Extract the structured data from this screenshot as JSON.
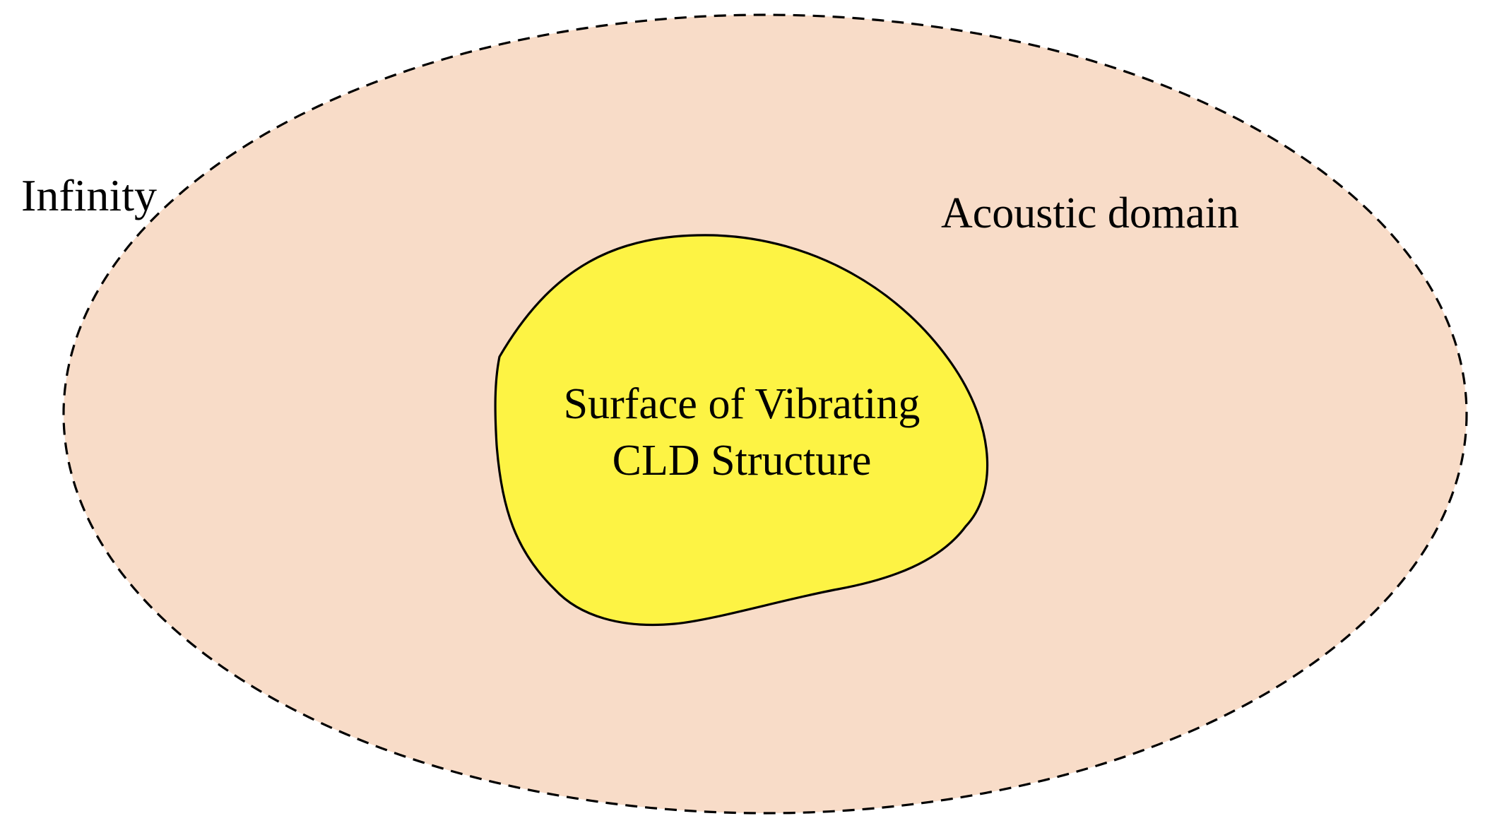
{
  "diagram": {
    "boundary_label": "Infinity",
    "domain_label": "Acoustic domain",
    "structure_label": {
      "line1": "Surface of Vibrating",
      "line2": "CLD Structure"
    }
  },
  "colors": {
    "acoustic_domain_fill": "#F8DCC8",
    "structure_fill": "#FDF344",
    "outline": "#000000",
    "background": "#FFFFFF"
  },
  "styles": {
    "boundary_line": "dashed",
    "structure_line": "solid"
  }
}
